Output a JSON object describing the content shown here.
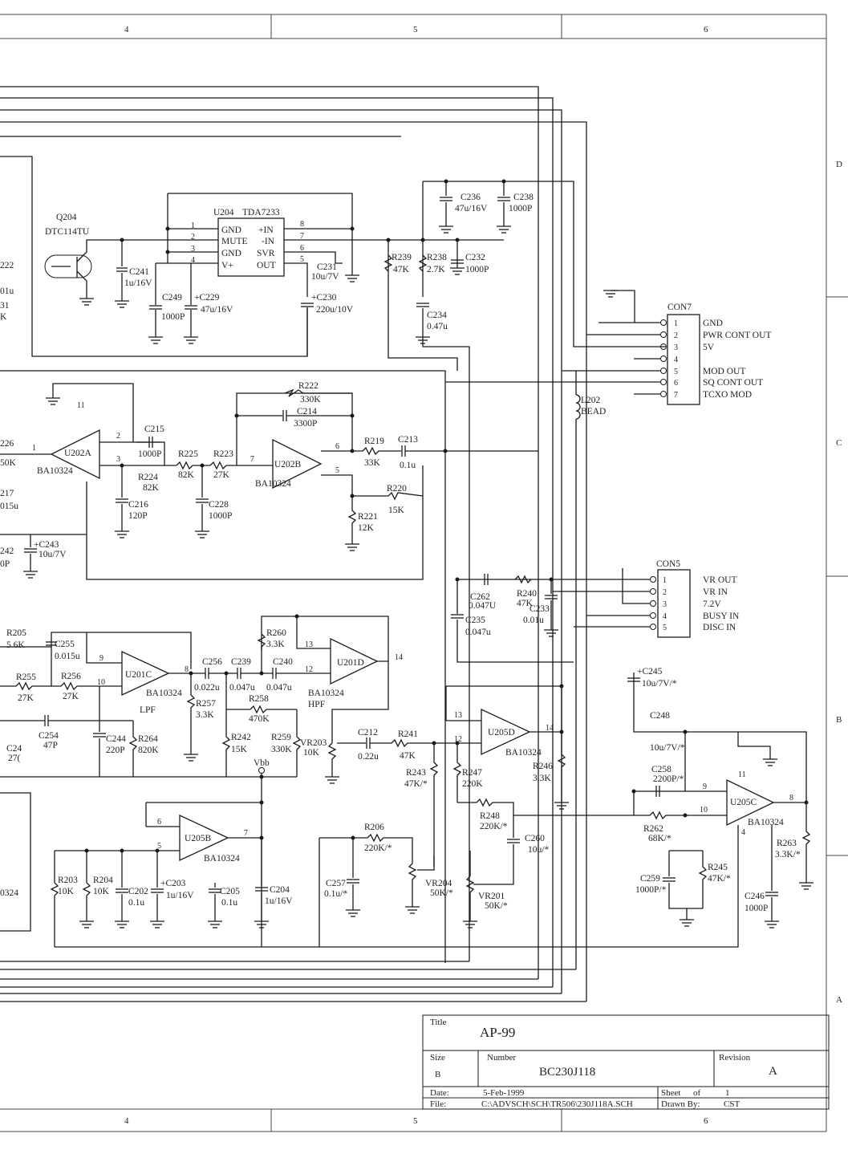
{
  "grid": {
    "columns": [
      "4",
      "5",
      "6"
    ],
    "rows": [
      "D",
      "C",
      "B",
      "A"
    ]
  },
  "title_block": {
    "title_label": "Title",
    "title": "AP-99",
    "size_label": "Size",
    "size": "B",
    "number_label": "Number",
    "number": "BC230J118",
    "revision_label": "Revision",
    "revision": "A",
    "date_label": "Date:",
    "date": "5-Feb-1999",
    "sheet_label": "Sheet",
    "of_label": "of",
    "sheet_number": "1",
    "file_label": "File:",
    "file": "C:\\ADVSCH\\SCH\\TR506\\230J118A.SCH",
    "drawn_by_label": "Drawn By:",
    "drawn_by": "CST"
  },
  "connectors": {
    "con7": {
      "name": "CON7",
      "pins": [
        "1",
        "2",
        "3",
        "4",
        "5",
        "6",
        "7"
      ],
      "signals": [
        "GND",
        "PWR CONT OUT",
        "5V",
        "",
        "MOD OUT",
        "SQ CONT OUT",
        "TCXO MOD"
      ]
    },
    "con5": {
      "name": "CON5",
      "pins": [
        "1",
        "2",
        "3",
        "4",
        "5"
      ],
      "signals": [
        "VR OUT",
        "VR IN",
        "7.2V",
        "BUSY IN",
        "DISC IN"
      ]
    }
  },
  "ics": {
    "u204": {
      "ref": "U204",
      "part": "TDA7233",
      "pin_numbers": [
        "1",
        "2",
        "3",
        "4",
        "8",
        "7",
        "6",
        "5"
      ],
      "pin_names": [
        "GND",
        "MUTE",
        "GND",
        "V+",
        "+IN",
        "-IN",
        "SVR",
        "OUT"
      ]
    },
    "u202a": {
      "ref": "U202A",
      "part": "BA10324",
      "pins": [
        "1",
        "2",
        "3",
        "11"
      ]
    },
    "u202b": {
      "ref": "U202B",
      "part": "BA10324",
      "pins": [
        "7",
        "6",
        "5"
      ]
    },
    "u201c": {
      "ref": "U201C",
      "part": "BA10324",
      "pins": [
        "9",
        "10",
        "8"
      ],
      "note": "LPF"
    },
    "u201d": {
      "ref": "U201D",
      "part": "BA10324",
      "pins": [
        "13",
        "12",
        "14"
      ],
      "note": "HPF"
    },
    "u205b": {
      "ref": "U205B",
      "part": "BA10324",
      "pins": [
        "6",
        "5",
        "7"
      ]
    },
    "u205d": {
      "ref": "U205D",
      "part": "BA10324",
      "pins": [
        "13",
        "12",
        "14"
      ]
    },
    "u205c": {
      "ref": "U205C",
      "part": "BA10324",
      "pins": [
        "9",
        "10",
        "8",
        "11",
        "4"
      ]
    }
  },
  "transistor": {
    "ref": "Q204",
    "part": "DTC114TU"
  },
  "components": {
    "c236": {
      "ref": "C236",
      "value": "47u/16V"
    },
    "c238": {
      "ref": "C238",
      "value": "1000P"
    },
    "c241": {
      "ref": "C241",
      "value": "1u/16V"
    },
    "c231": {
      "ref": "C231",
      "value": "10u/7V"
    },
    "r239": {
      "ref": "R239",
      "value": "47K"
    },
    "r238": {
      "ref": "R238",
      "value": "2.7K"
    },
    "c232": {
      "ref": "C232",
      "value": "1000P"
    },
    "c249": {
      "ref": "C249",
      "value": "1000P"
    },
    "c229": {
      "ref": "+C229",
      "value": "47u/16V"
    },
    "c230": {
      "ref": "+C230",
      "value": "220u/10V"
    },
    "c234": {
      "ref": "C234",
      "value": "0.47u"
    },
    "r222": {
      "ref": "R222",
      "value": "330K"
    },
    "c214": {
      "ref": "C214",
      "value": "3300P"
    },
    "l202": {
      "ref": "L202",
      "value": "BEAD"
    },
    "c215": {
      "ref": "C215",
      "value": "1000P"
    },
    "r225": {
      "ref": "R225",
      "value": "82K"
    },
    "r223": {
      "ref": "R223",
      "value": "27K"
    },
    "r219": {
      "ref": "R219",
      "value": "33K"
    },
    "c213": {
      "ref": "C213",
      "value": "0.1u"
    },
    "r224": {
      "ref": "R224",
      "value": "82K"
    },
    "r220": {
      "ref": "R220",
      "value": "15K"
    },
    "r221": {
      "ref": "R221",
      "value": "12K"
    },
    "c216": {
      "ref": "C216",
      "value": "120P"
    },
    "c228": {
      "ref": "C228",
      "value": "1000P"
    },
    "c243": {
      "ref": "+C243",
      "value": "10u/7V"
    },
    "c262": {
      "ref": "C262",
      "value": "0.047U"
    },
    "r240": {
      "ref": "R240",
      "value": "47K"
    },
    "c233": {
      "ref": "C233",
      "value": "0.01u"
    },
    "c235": {
      "ref": "C235",
      "value": "0.047u"
    },
    "r205": {
      "ref": "R205",
      "value": "5.6K"
    },
    "c255": {
      "ref": "C255",
      "value": "0.015u"
    },
    "r255": {
      "ref": "R255",
      "value": "27K"
    },
    "r256": {
      "ref": "R256",
      "value": "27K"
    },
    "r260": {
      "ref": "R260",
      "value": "3.3K"
    },
    "c256": {
      "ref": "C256",
      "value": "0.022u"
    },
    "c239": {
      "ref": "C239",
      "value": "0.047u"
    },
    "c240": {
      "ref": "C240",
      "value": "0.047u"
    },
    "r258": {
      "ref": "R258",
      "value": "470K"
    },
    "r257": {
      "ref": "R257",
      "value": "3.3K"
    },
    "c245": {
      "ref": "+C245",
      "value": "10u/7V/*"
    },
    "c248": {
      "ref": "C248",
      "value": "10u/7V/*"
    },
    "c254": {
      "ref": "C254",
      "value": "47P"
    },
    "c244": {
      "ref": "C244",
      "value": "220P"
    },
    "r264": {
      "ref": "R264",
      "value": "820K"
    },
    "r242": {
      "ref": "R242",
      "value": "15K"
    },
    "r259": {
      "ref": "R259",
      "value": "330K"
    },
    "vr203": {
      "ref": "VR203",
      "value": "10K"
    },
    "c212": {
      "ref": "C212",
      "value": "0.22u"
    },
    "r241": {
      "ref": "R241",
      "value": "47K"
    },
    "r246": {
      "ref": "R246",
      "value": "3.3K"
    },
    "r243": {
      "ref": "R243",
      "value": "47K/*"
    },
    "r247": {
      "ref": "R247",
      "value": "220K"
    },
    "c258": {
      "ref": "C258",
      "value": "2200P/*"
    },
    "r248": {
      "ref": "R248",
      "value": "220K/*"
    },
    "r262": {
      "ref": "R262",
      "value": "68K/*"
    },
    "r263": {
      "ref": "R263",
      "value": "3.3K/*"
    },
    "r206": {
      "ref": "R206",
      "value": "220K/*"
    },
    "c260": {
      "ref": "C260",
      "value": "10u/*"
    },
    "r203": {
      "ref": "R203",
      "value": "10K"
    },
    "r204": {
      "ref": "R204",
      "value": "10K"
    },
    "c202": {
      "ref": "C202",
      "value": "0.1u"
    },
    "c203": {
      "ref": "+C203",
      "value": "1u/16V"
    },
    "c205": {
      "ref": "C205",
      "value": "0.1u"
    },
    "c204": {
      "ref": "C204",
      "value": "1u/16V"
    },
    "c257": {
      "ref": "C257",
      "value": "0.1u/*"
    },
    "vr204": {
      "ref": "VR204",
      "value": "50K/*"
    },
    "vr201": {
      "ref": "VR201",
      "value": "50K/*"
    },
    "c259": {
      "ref": "C259",
      "value": "1000P/*"
    },
    "r245": {
      "ref": "R245",
      "value": "47K/*"
    },
    "c246": {
      "ref": "C246",
      "value": "1000P"
    }
  },
  "net_labels": {
    "vbb": "Vbb"
  },
  "left_fragments": [
    "222",
    "01u",
    "31",
    "K",
    "226",
    "50K",
    "217",
    "015u",
    "242",
    "0P",
    "C24",
    "27(",
    "0324"
  ]
}
